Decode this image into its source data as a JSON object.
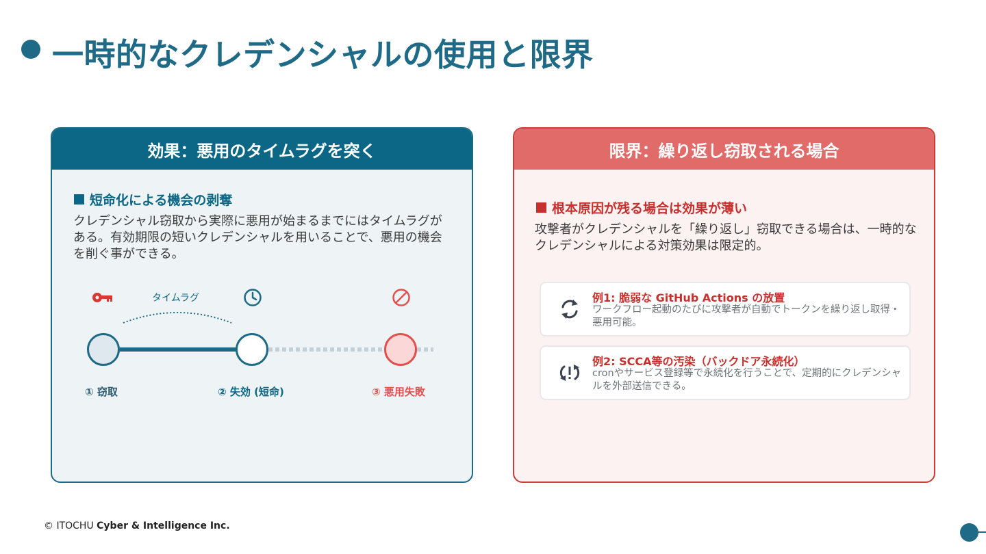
{
  "title": "一時的なクレデンシャルの使用と限界",
  "left_card": {
    "header": "効果：悪用のタイムラグを突く",
    "section_title": "短命化による機会の剥奪",
    "body": "クレデンシャル窃取から実際に悪用が始まるまでにはタイムラグがある。有効期限の短いクレデンシャルを用いることで、悪用の機会を削ぐ事ができる。",
    "timeline": {
      "lag_label": "タイムラグ",
      "step1": "① 窃取",
      "step2": "② 失効 (短命)",
      "step3": "③ 悪用失敗"
    }
  },
  "right_card": {
    "header": "限界：繰り返し窃取される場合",
    "section_title": "根本原因が残る場合は効果が薄い",
    "body": "攻撃者がクレデンシャルを「繰り返し」窃取できる場合は、一時的なクレデンシャルによる対策効果は限定的。",
    "examples": [
      {
        "title": "例1: 脆弱な GitHub Actions の放置",
        "desc": "ワークフロー起動のたびに攻撃者が自動でトークンを繰り返し取得・悪用可能。",
        "icon": "sync-icon"
      },
      {
        "title": "例2: SCCA等の汚染（バックドア永続化）",
        "desc": "cronやサービス登録等で永続化を行うことで、定期的にクレデンシャルを外部送信できる。",
        "icon": "sync-alert-icon"
      }
    ]
  },
  "footer": {
    "copyright": "© ITOCHU",
    "company": "Cyber & Intelligence Inc."
  },
  "colors": {
    "primary": "#0b6785",
    "danger": "#c8302d",
    "danger_light": "#e06b68"
  }
}
